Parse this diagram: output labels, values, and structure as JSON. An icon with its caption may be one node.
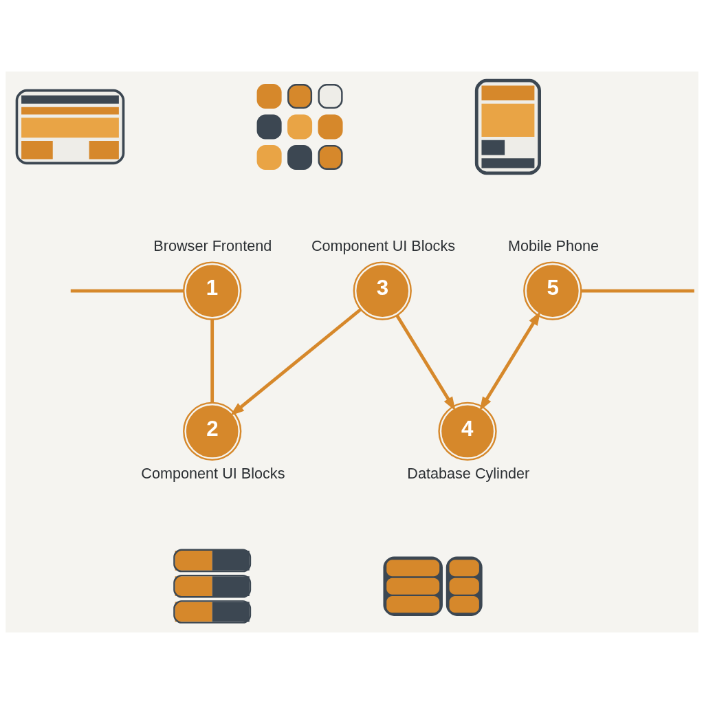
{
  "diagram": {
    "nodes": [
      {
        "text": [],
        "shape": "picture"
      },
      {
        "text": [
          "1"
        ],
        "beside": [
          "Browser Frontend"
        ]
      },
      {
        "text": [],
        "shape": "picture"
      },
      {
        "text": [
          "2"
        ],
        "beside": [
          "Component UI Blocks"
        ]
      },
      {
        "text": [],
        "shape": "picture"
      },
      {
        "text": [
          "3"
        ],
        "beside": [
          "Component UI Blocks"
        ]
      },
      {
        "text": [],
        "shape": "picture"
      },
      {
        "text": [
          "4"
        ],
        "beside": [
          "Database Cylinder"
        ]
      },
      {
        "text": [],
        "shape": "picture"
      },
      {
        "text": [
          "5"
        ],
        "beside": [
          "Mobile Phone"
        ]
      }
    ],
    "edges": [
      {
        "from": null,
        "to": 1,
        "arrow": "none"
      },
      {
        "from": 1,
        "to": 3,
        "arrow": "none"
      },
      {
        "from": 5,
        "to": 3,
        "arrow": "to"
      },
      {
        "from": 5,
        "to": 7,
        "arrow": "to"
      },
      {
        "from": 7,
        "to": 9,
        "arrow": "both"
      },
      {
        "from": 9,
        "to": null,
        "arrow": "none"
      }
    ]
  }
}
